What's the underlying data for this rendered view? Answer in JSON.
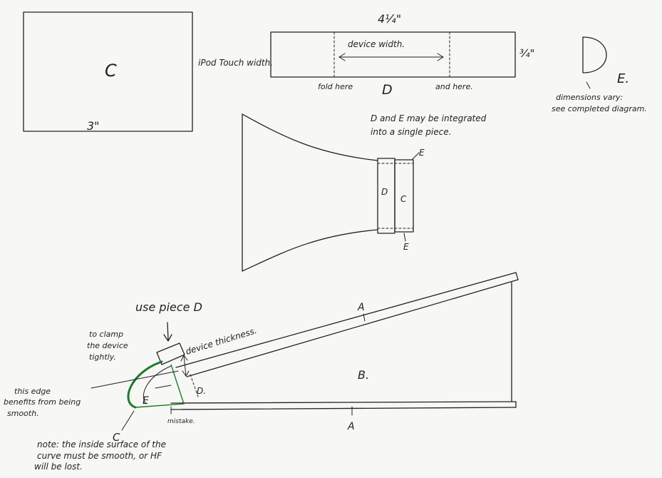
{
  "piece_c": {
    "letter": "C",
    "width_label": "3\"",
    "note": "iPod Touch width."
  },
  "piece_d": {
    "height_label": "4¼\"",
    "length_label": "device width.",
    "thickness_label": "¾\"",
    "fold_left": "fold here",
    "fold_right": "and here.",
    "letter": "D"
  },
  "piece_e": {
    "letter": "E.",
    "note_line1": "dimensions vary:",
    "note_line2": "see completed diagram."
  },
  "integration_note": {
    "line1": "D and E may be integrated",
    "line2": "into a single piece."
  },
  "horn_side": {
    "label_e_top": "E",
    "label_d": "D",
    "label_c": "C",
    "label_e_bottom": "E"
  },
  "cross_section": {
    "label_a_top": "A",
    "label_b": "B.",
    "label_a_bottom": "A",
    "use_piece_d": "use piece D",
    "clamp_line1": "to clamp",
    "clamp_line2": "the device",
    "clamp_line3": "tightly.",
    "device_thickness": "device thickness.",
    "label_d": "D.",
    "label_e": "E",
    "label_c": "C",
    "mistake": "mistake.",
    "edge_line1": "this edge",
    "edge_line2": "benefits from being",
    "edge_line3": "smooth.",
    "bottom_note_line1": "note: the inside surface of the",
    "bottom_note_line2": "curve must be smooth, or HF",
    "bottom_note_line3": "will be lost."
  },
  "colors": {
    "ink": "#222222",
    "paper": "#f7f7f5",
    "highlight": "#1f7a2a"
  }
}
